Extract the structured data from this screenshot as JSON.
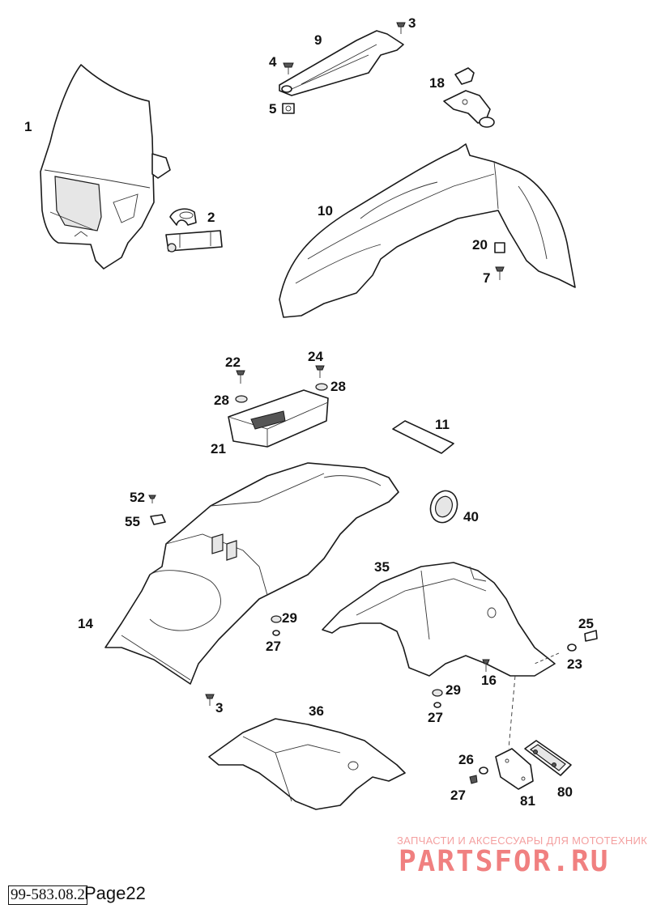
{
  "callouts": [
    "1",
    "2",
    "3",
    "4",
    "5",
    "9",
    "18",
    "10",
    "20",
    "7",
    "22",
    "24",
    "28",
    "28",
    "21",
    "11",
    "52",
    "55",
    "40",
    "14",
    "35",
    "29",
    "27",
    "3",
    "36",
    "25",
    "23",
    "16",
    "29",
    "27",
    "26",
    "27",
    "81",
    "80"
  ],
  "watermark": {
    "line1": "ЗАПЧАСТИ И АКСЕССУАРЫ ДЛЯ МОТОТЕХНИКИ",
    "line2": "PARTSFOR.RU"
  },
  "footer": {
    "code": "99-583.08.2",
    "page": "Page22"
  }
}
